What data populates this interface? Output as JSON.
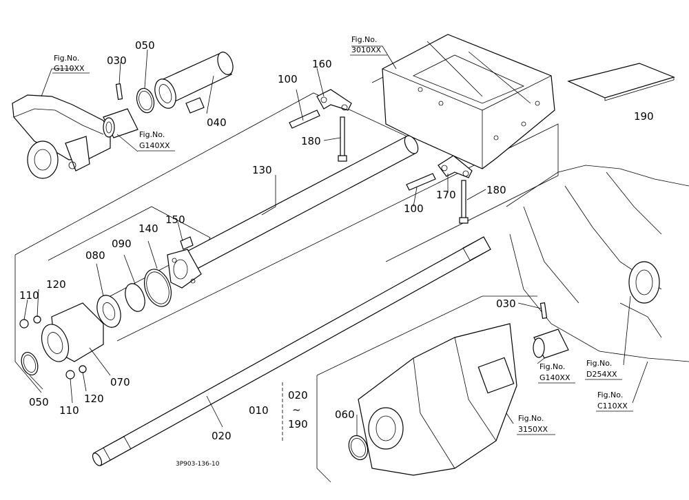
{
  "part_labels": {
    "p010": "010",
    "p020a": "020",
    "tilde": "~",
    "p190a": "190",
    "p020b": "020",
    "p030a": "030",
    "p030b": "030",
    "p040": "040",
    "p050a": "050",
    "p050b": "050",
    "p060": "060",
    "p070": "070",
    "p080": "080",
    "p090": "090",
    "p100a": "100",
    "p100b": "100",
    "p110a": "110",
    "p110b": "110",
    "p120a": "120",
    "p120b": "120",
    "p130": "130",
    "p140": "140",
    "p150": "150",
    "p160": "160",
    "p170": "170",
    "p180a": "180",
    "p180b": "180",
    "p190b": "190"
  },
  "fig_refs": {
    "fig_label": "Fig.No.",
    "g110": "G110XX",
    "g140a": "G140XX",
    "f3010": "3010XX",
    "g140b": "G140XX",
    "d254": "D254XX",
    "c110": "C110XX",
    "f3150": "3150XX"
  },
  "diagram_code": "3P903-136-10"
}
